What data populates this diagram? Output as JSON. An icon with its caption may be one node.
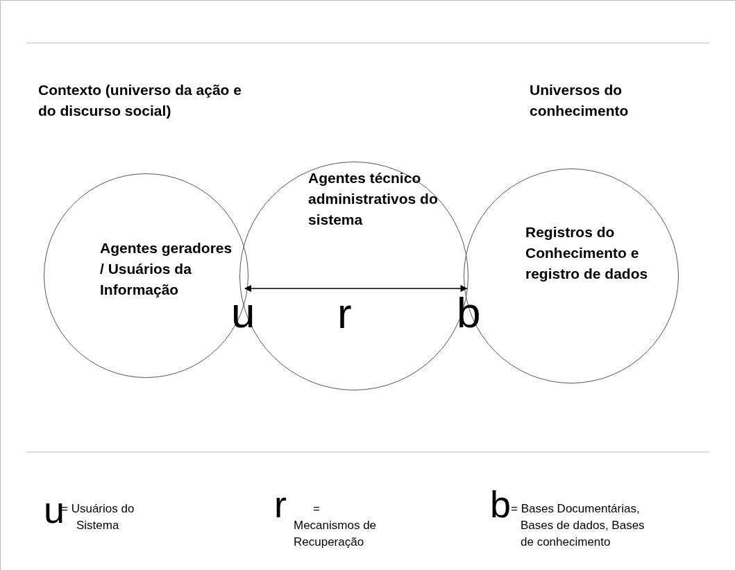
{
  "diagram": {
    "nodes": [
      {
        "text": [
          "Agentes geradores / Usuários da Informação"
        ]
      },
      {
        "text": [
          "Agentes técnico administrativos do sistema"
        ]
      },
      {
        "text": [
          "Registros do Conhecimento e registro de dados"
        ]
      },
      {
        "text": [
          "u"
        ]
      },
      {
        "text": [
          "r"
        ],
        "in": 1
      },
      {
        "text": [
          "b"
        ]
      }
    ],
    "edges": [
      {
        "from": 3,
        "to": 5,
        "arrow": "both"
      }
    ],
    "labels": [
      "Contexto (universo da ação e do discurso social)",
      "Universos do conhecimento",
      "u",
      "= Usuários do Sistema",
      "r",
      "= Mecanismos de Recuperação",
      "b",
      "= Bases Documentárias, Bases de dados, Bases de conhecimento"
    ]
  }
}
